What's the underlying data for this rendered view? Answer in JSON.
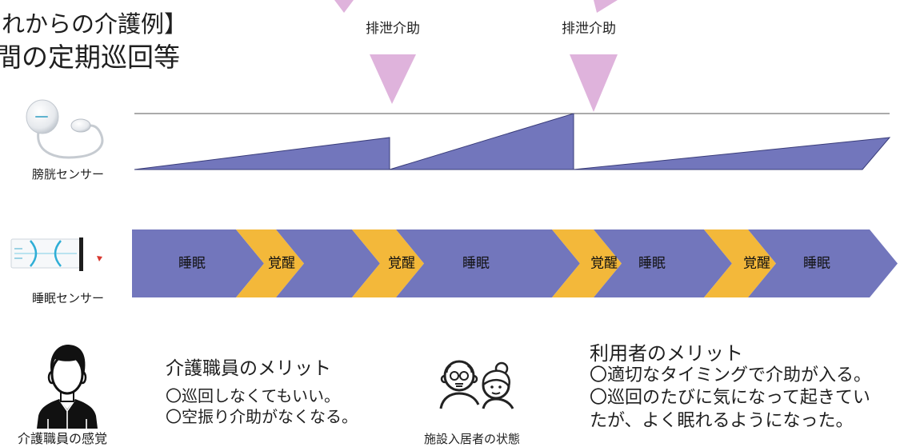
{
  "slide": {
    "title_line1": "れからの介護例】",
    "title_line2": "間の定期巡回等"
  },
  "excretion_events": [
    {
      "label": "排泄介助"
    },
    {
      "label": "排泄介助"
    }
  ],
  "bladder_sensor": {
    "label": "膀胱センサー"
  },
  "sleep_sensor": {
    "label": "睡眠センサー"
  },
  "sleep_band": {
    "segments": [
      {
        "label": "睡眠",
        "color": "#7276bc"
      },
      {
        "label": "覚醒",
        "color": "#f3b83a"
      },
      {
        "color": "#7276bc"
      },
      {
        "label": "覚醒",
        "color": "#f3b83a"
      },
      {
        "label": "睡眠",
        "color": "#7276bc"
      },
      {
        "label": "覚醒",
        "color": "#f3b83a"
      },
      {
        "label": "睡眠",
        "color": "#7276bc"
      },
      {
        "label": "覚醒",
        "color": "#f3b83a"
      },
      {
        "label": "睡眠",
        "color": "#7276bc"
      }
    ]
  },
  "staff": {
    "caption": "介護職員の感覚",
    "heading": "介護職員のメリット",
    "lines": [
      "〇巡回しなくてもいい。",
      "〇空振り介助がなくなる。"
    ]
  },
  "residents": {
    "caption": "施設入居者の状態",
    "heading": "利用者のメリット",
    "lines": [
      "〇適切なタイミングで介助が入る。",
      "〇巡回のたびに気になって起きてい",
      "たが、よく眠れるようになった。"
    ]
  },
  "icons": {
    "bladder_sensor": "bladder-sensor-device-icon",
    "sleep_sensor": "sleep-sensor-pad-icon",
    "staff": "care-worker-icon",
    "residents": "elderly-residents-icon"
  },
  "colors": {
    "event_marker": "#dfb3dc",
    "bladder_level": "#7276bc"
  }
}
